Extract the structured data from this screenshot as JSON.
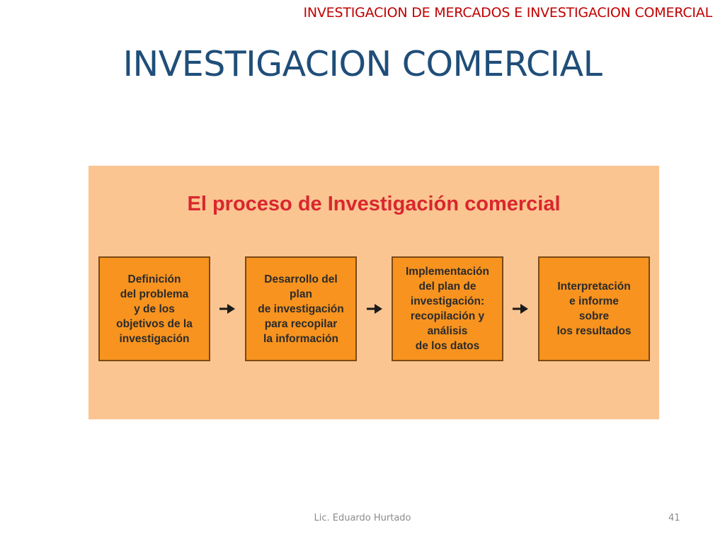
{
  "slide": {
    "header": "INVESTIGACION DE MERCADOS  E INVESTIGACION COMERCIAL",
    "title": "INVESTIGACION COMERCIAL"
  },
  "diagram": {
    "title": "El proceso de Investigación comercial",
    "steps": [
      {
        "label": "Definición\ndel problema\ny de los\nobjetivos de la\ninvestigación"
      },
      {
        "label": "Desarrollo del\nplan\nde investigación\npara recopilar\nla información"
      },
      {
        "label": "Implementación\ndel plan de\ninvestigación:\nrecopilación y\nanálisis\nde los datos"
      },
      {
        "label": "Interpretación\ne informe\nsobre\nlos resultados"
      }
    ],
    "colors": {
      "panel": "#fac591",
      "box": "#f7931e",
      "box_border": "#7a4a16",
      "title": "#d9272e",
      "arrow": "#1a1a1a"
    },
    "arrow_icon": "right-arrow-icon"
  },
  "footer": {
    "author": "Lic. Eduardo Hurtado",
    "page_number": "41"
  }
}
